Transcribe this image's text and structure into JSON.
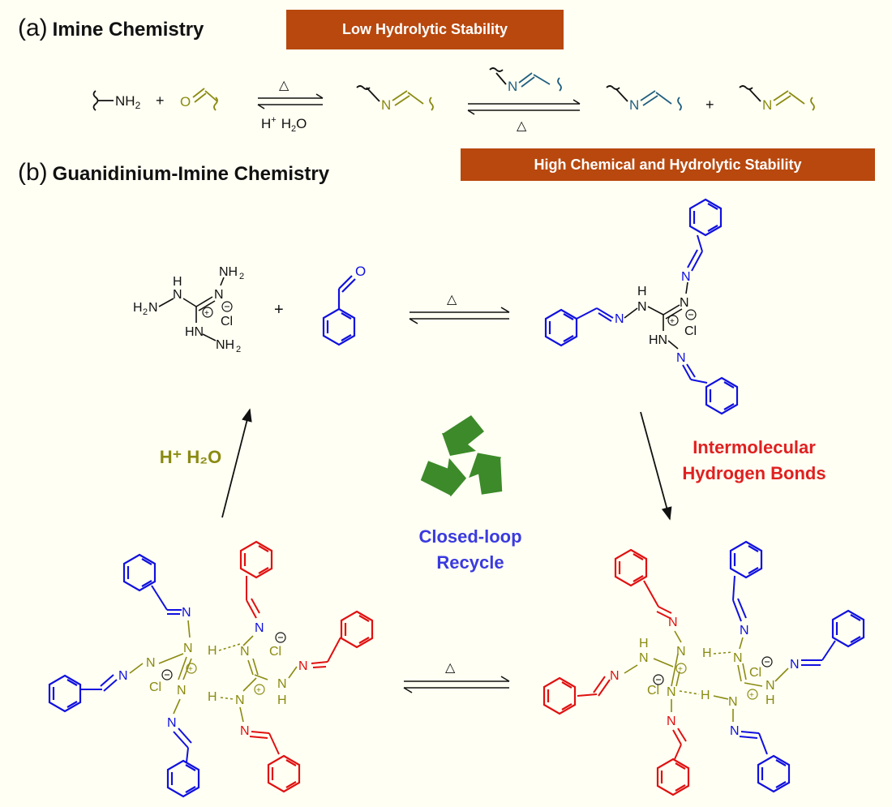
{
  "section_a": {
    "letter": "(a)",
    "title": "Imine Chemistry",
    "banner": "Low Hydrolytic Stability"
  },
  "section_b": {
    "letter": "(b)",
    "title": "Guanidinium-Imine Chemistry",
    "banner": "High Chemical and Hydrolytic Stability"
  },
  "atoms": {
    "nh2": "NH",
    "two": "2",
    "o": "O",
    "n": "N",
    "h": "H",
    "hn": "HN",
    "h2n": "H",
    "cl": "Cl",
    "hplus": "H",
    "plus_sup": "+",
    "h2o": "H",
    "o_sub": "O",
    "delta": "△",
    "plus": "+"
  },
  "labels": {
    "acid_water": "H⁺ H₂O",
    "intermolecular_line1": "Intermolecular",
    "intermolecular_line2": "Hydrogen Bonds",
    "recycle_line1": "Closed-loop",
    "recycle_line2": "Recycle"
  },
  "colors": {
    "banner": "#b8480e",
    "olive": "#8a8a12",
    "teal": "#1f5f80",
    "blue": "#1010e0",
    "red": "#e01010",
    "recycle_green": "#3c8a2a",
    "recycle_text": "#3a3ae0",
    "red_text": "#e02020",
    "background": "#fffff3"
  },
  "icons": {
    "recycle": "recycle-icon"
  }
}
